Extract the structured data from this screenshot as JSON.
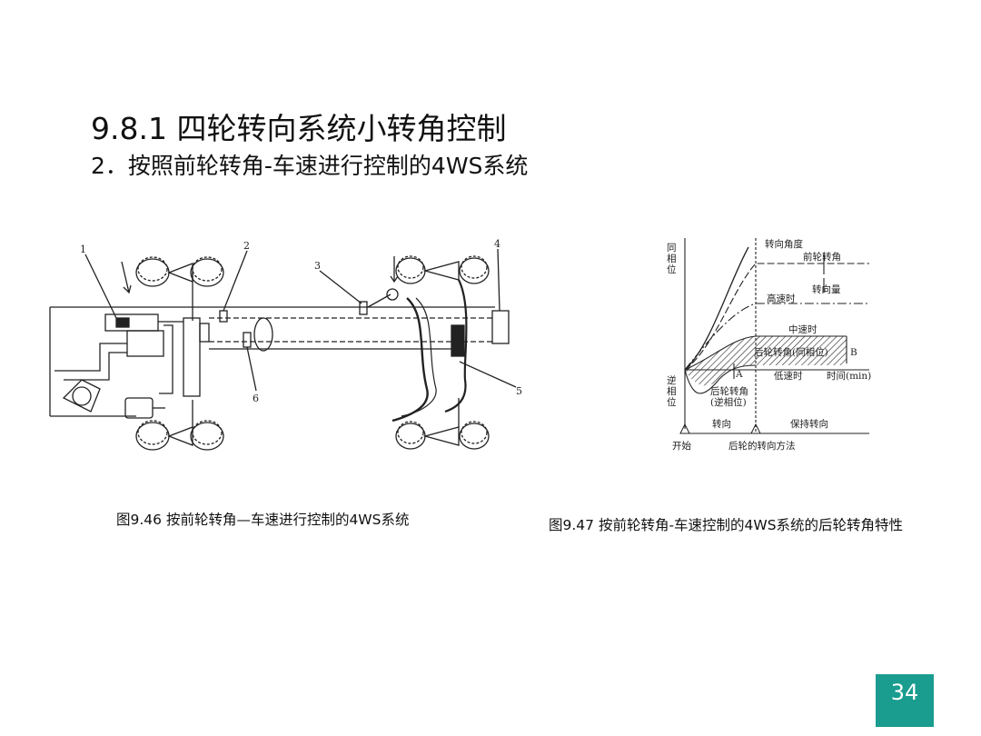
{
  "slide": {
    "title": "9.8.1  四轮转向系统小转角控制",
    "subtitle": "2．按照前轮转角-车速进行控制的4WS系统",
    "page_number": "34",
    "accent_color": "#1a9c8f"
  },
  "figure_left": {
    "caption": "图9.46  按前轮转角—车速进行控制的4WS系统",
    "callouts": [
      "1",
      "2",
      "3",
      "4",
      "5",
      "6"
    ]
  },
  "figure_right": {
    "caption": "图9.47  按前轮转角-车速控制的4WS系统的后轮转角特性",
    "labels": {
      "same_phase": "同相位",
      "opposite_phase": "逆相位",
      "steer_angle": "转向角度",
      "front_angle": "前轮转角",
      "steer_amount": "转向量",
      "high_speed": "高速时",
      "mid_speed": "中速时",
      "rear_same": "后轮转角(同相位)",
      "low_speed": "低速时",
      "time": "时间(min)",
      "rear_opposite_1": "后轮转角",
      "rear_opposite_2": "(逆相位)",
      "point_a": "A",
      "point_b": "B",
      "steering": "转向",
      "hold": "保持转向",
      "start": "开始",
      "method": "后轮的转向方法"
    }
  }
}
